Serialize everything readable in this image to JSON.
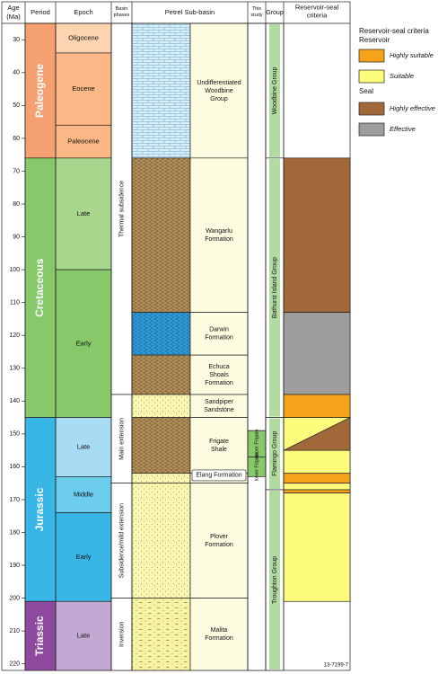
{
  "header": {
    "age": [
      "Age",
      "(Ma)"
    ],
    "period": "Period",
    "epoch": "Epoch",
    "basin": [
      "Basin",
      "phases"
    ],
    "petrel": "Petrel Sub-basin",
    "study": [
      "This",
      "study"
    ],
    "group": "Group",
    "criteria": [
      "Reservoir-seal",
      "criteria"
    ]
  },
  "age_ticks": [
    "30",
    "40",
    "50",
    "60",
    "70",
    "80",
    "90",
    "100",
    "110",
    "120",
    "130",
    "140",
    "150",
    "160",
    "170",
    "180",
    "190",
    "200",
    "210",
    "220"
  ],
  "periods": [
    {
      "label": "Paleogene",
      "color": "#f5a070"
    },
    {
      "label": "Cretaceous",
      "color": "#86c86a"
    },
    {
      "label": "Jurassic",
      "color": "#38b6e6"
    },
    {
      "label": "Triassic",
      "color": "#8e4a9e"
    }
  ],
  "epochs": [
    {
      "label": "Oligocene",
      "color": "#fcd5b0"
    },
    {
      "label": "Eocene",
      "color": "#fbb886"
    },
    {
      "label": "Paleocene",
      "color": "#fbb886"
    },
    {
      "label": "Late",
      "color": "#a8d68c"
    },
    {
      "label": "Early",
      "color": "#86c86a"
    },
    {
      "label": "Late",
      "color": "#a8dcf5"
    },
    {
      "label": "Middle",
      "color": "#6cccec"
    },
    {
      "label": "Early",
      "color": "#38b6e6"
    },
    {
      "label": "Late",
      "color": "#c2a8d2"
    }
  ],
  "basin_phases": [
    "Thermal subsidence",
    "Main extension",
    "Subsidence/mild extension",
    "Inversion"
  ],
  "formations": [
    {
      "lines": [
        "Undifferentiated",
        "Woodbine",
        "Group"
      ]
    },
    {
      "lines": [
        "Wangarlu",
        "Formation"
      ]
    },
    {
      "lines": [
        "Darwin",
        "Formation"
      ]
    },
    {
      "lines": [
        "Echuca",
        "Shoals",
        "Formation"
      ]
    },
    {
      "lines": [
        "Sandpiper",
        "Sandstone"
      ]
    },
    {
      "lines": [
        "Frigate",
        "Shale"
      ]
    },
    {
      "lines": [
        "Elang Formation"
      ]
    },
    {
      "lines": [
        "Plover",
        "Formation"
      ]
    },
    {
      "lines": [
        "Malita",
        "Formation"
      ]
    }
  ],
  "study_units": [
    {
      "lines": [
        "upper",
        "Frigate"
      ]
    },
    {
      "lines": [
        "lower",
        "Frigate"
      ]
    }
  ],
  "groups": [
    "Woodbine Group",
    "Bathurst Island Group",
    "Flamingo Group",
    "Troughton Group"
  ],
  "legend": {
    "title": "Reservoir-seal criteria",
    "reservoir_heading": "Reservoir",
    "seal_heading": "Seal",
    "items": [
      {
        "label": "Highly suitable",
        "color": "#f7a21b"
      },
      {
        "label": "Suitable",
        "color": "#fefc7c"
      },
      {
        "label": "Highly effective",
        "color": "#a1683a"
      },
      {
        "label": "Effective",
        "color": "#9d9d9d"
      }
    ]
  },
  "figure_id": "13-7199-7"
}
